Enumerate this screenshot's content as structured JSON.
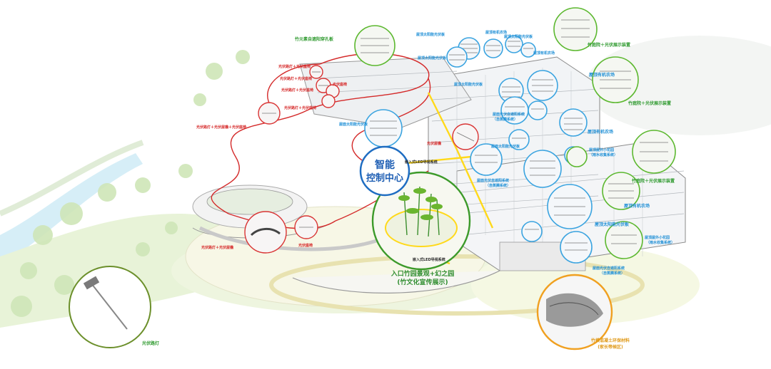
{
  "center": {
    "line1": "智能",
    "line2": "控制中心"
  },
  "labels": {
    "green_top_left": "竹元素自遮阳穿孔板",
    "blue_top_a": "屋顶太阳能光伏板",
    "blue_top_b": "屋顶有机农场",
    "blue_top_c": "屋顶太阳能光伏板",
    "blue_top_d": "屋顶有机农场",
    "green_top_right": "竹庭院＋光伏展示装置",
    "blue_mid_a": "屋顶太阳能光伏板",
    "blue_mid_b": "屋顶有机农场",
    "blue_mid_c": "屋面光伏自遮阳系统",
    "blue_mid_c2": "（自蒸腾系统）",
    "green_right_a": "竹庭院＋光伏展示装置",
    "blue_mid_d": "屋顶太阳能光伏板",
    "blue_mid_e": "屋顶有机农场",
    "blue_mid_f": "屋顶屋外小花园",
    "blue_mid_f2": "（雨水收集系统）",
    "blue_mid_g": "屋面太阳能光伏板",
    "green_right_b": "竹庭院＋光伏展示装置",
    "blue_mid_h": "屋面光伏自遮阳系统",
    "blue_mid_h2": "（自蒸腾系统）",
    "blue_mid_i": "屋顶有机农场",
    "blue_mid_j": "屋顶太阳能光伏板",
    "blue_mid_k": "屋顶屋外小花园",
    "blue_mid_k2": "（雨水收集系统）",
    "blue_mid_l": "屋面光伏自遮阳系统",
    "blue_mid_l2": "（自蒸腾系统）",
    "red_a": "光伏路灯＋光伏座椅",
    "red_b": "光伏路灯＋光伏座椅",
    "red_c": "光伏座椅",
    "red_d": "光伏路灯＋光伏座椅",
    "red_e": "光伏路灯＋光伏座椅",
    "red_f": "光伏路灯＋光伏屋檐＋光伏座椅",
    "red_g": "光伏屋檐",
    "red_h": "光伏路灯＋光伏屋檐",
    "red_i": "光伏座椅",
    "red_roof": "屋面太阳能光伏板",
    "bamboo_1": "入口竹园景观+幻之园",
    "bamboo_2": "(竹文化宣传展示)",
    "entrance_small": "嵌入式LED导视系统",
    "entrance_small2": "嵌入式LED导视系统",
    "orange_1": "竹模混凝土环保材料",
    "orange_2": "(家长等候区)",
    "street_light": "光伏路灯"
  }
}
